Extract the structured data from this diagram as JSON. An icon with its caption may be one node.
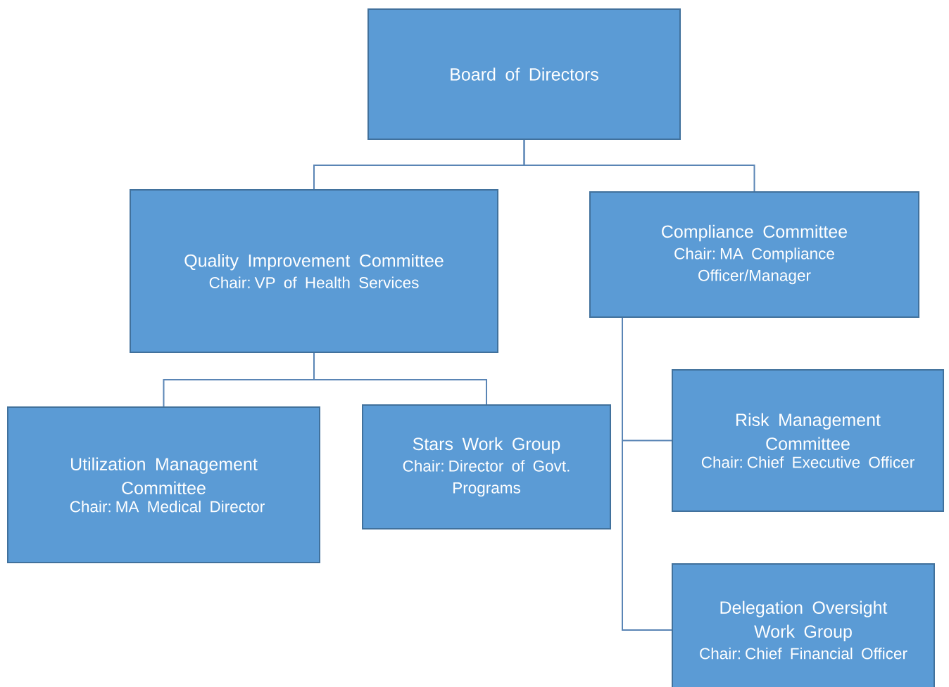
{
  "diagram": {
    "nodes": [
      {
        "text": [
          "Board of Directors"
        ]
      },
      {
        "text": [
          "Quality Improvement Committee",
          "Chair: VP of Health Services"
        ]
      },
      {
        "text": [
          "Compliance Committee",
          "Chair: MA Compliance Officer/Manager"
        ]
      },
      {
        "text": [
          "Utilization Management Committee",
          "Chair: MA Medical Director"
        ]
      },
      {
        "text": [
          "Stars Work Group",
          "Chair: Director of Govt. Programs"
        ]
      },
      {
        "text": [
          "Risk Management Committee",
          "Chair: Chief Executive Officer"
        ]
      },
      {
        "text": [
          "Delegation Oversight Work Group",
          "Chair: Chief Financial Officer"
        ]
      }
    ],
    "edges": [
      {
        "from": 0,
        "to": 1,
        "arrow": "none"
      },
      {
        "from": 0,
        "to": 2,
        "arrow": "none"
      },
      {
        "from": 1,
        "to": 3,
        "arrow": "none"
      },
      {
        "from": 1,
        "to": 4,
        "arrow": "none"
      },
      {
        "from": 2,
        "to": 5,
        "arrow": "none"
      },
      {
        "from": 2,
        "to": 6,
        "arrow": "none"
      }
    ]
  }
}
